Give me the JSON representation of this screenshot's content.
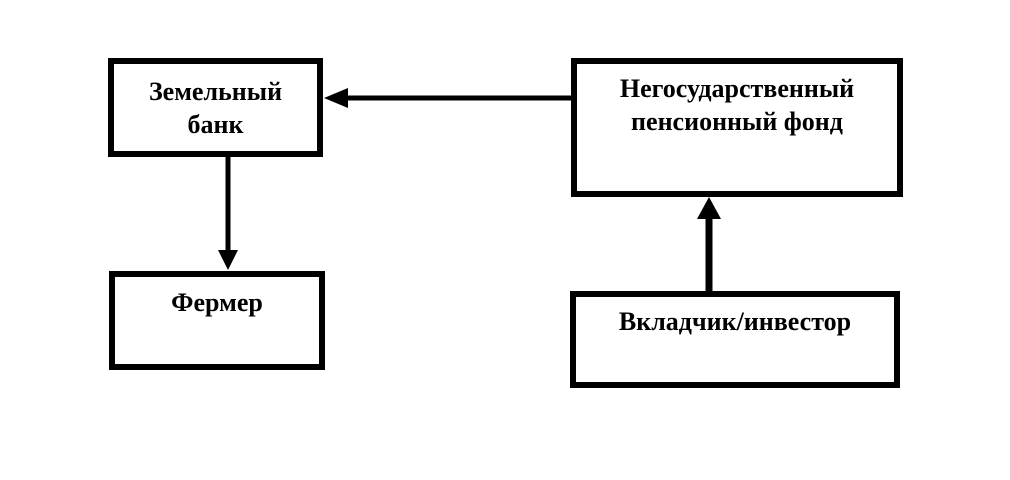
{
  "diagram": {
    "background_color": "#ffffff",
    "line_color": "#000000",
    "text_color": "#000000",
    "nodes": [
      {
        "id": "land-bank",
        "label": "Земельный банк",
        "lines": [
          "Земельный",
          "банк"
        ]
      },
      {
        "id": "pension-fund",
        "label": "Негосударственный пенсионный фонд",
        "lines": [
          "Негосударственный",
          "пенсионный фонд"
        ]
      },
      {
        "id": "farmer",
        "label": "Фермер",
        "lines": [
          "Фермер"
        ]
      },
      {
        "id": "investor",
        "label": "Вкладчик/инвестор",
        "lines": [
          "Вкладчик/инвестор"
        ]
      }
    ],
    "edges": [
      {
        "from": "pension-fund",
        "to": "land-bank",
        "direction": "left",
        "style": "solid-arrow"
      },
      {
        "from": "land-bank",
        "to": "farmer",
        "direction": "down",
        "style": "solid-arrow"
      },
      {
        "from": "investor",
        "to": "pension-fund",
        "direction": "up",
        "style": "solid-arrow"
      }
    ]
  }
}
